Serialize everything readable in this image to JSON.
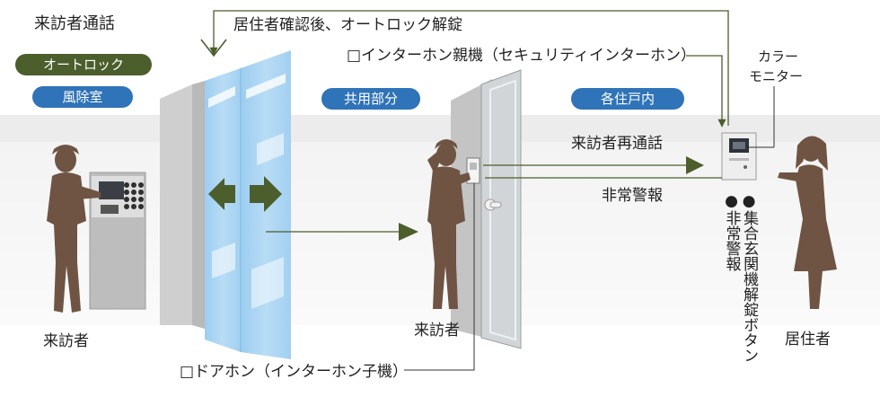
{
  "heading": "来訪者通話",
  "badges": {
    "autolock": "オートロック",
    "windbreak_room": "風除室",
    "common_area": "共用部分",
    "each_unit": "各住戸内"
  },
  "labels": {
    "top_flow": "居住者確認後、オートロック解錠",
    "master_unit": "□インターホン親機（セキュリティインターホン）",
    "color_monitor_line1": "カラー",
    "color_monitor_line2": "モニター",
    "recall": "来訪者再通話",
    "emergency": "非常警報",
    "door_phone": "□ドアホン（インターホン子機）",
    "visitor_left": "来訪者",
    "visitor_middle": "来訪者",
    "resident": "居住者"
  },
  "buttons_legend": {
    "col1": "●集合玄関機解錠ボタン",
    "col2": "●非常警報"
  },
  "colors": {
    "arrow_green": "#4b5e2c",
    "badge_blue": "#2f73b8",
    "figure_brown": "#6f5444",
    "glass_blue": "#a9d4f1"
  }
}
